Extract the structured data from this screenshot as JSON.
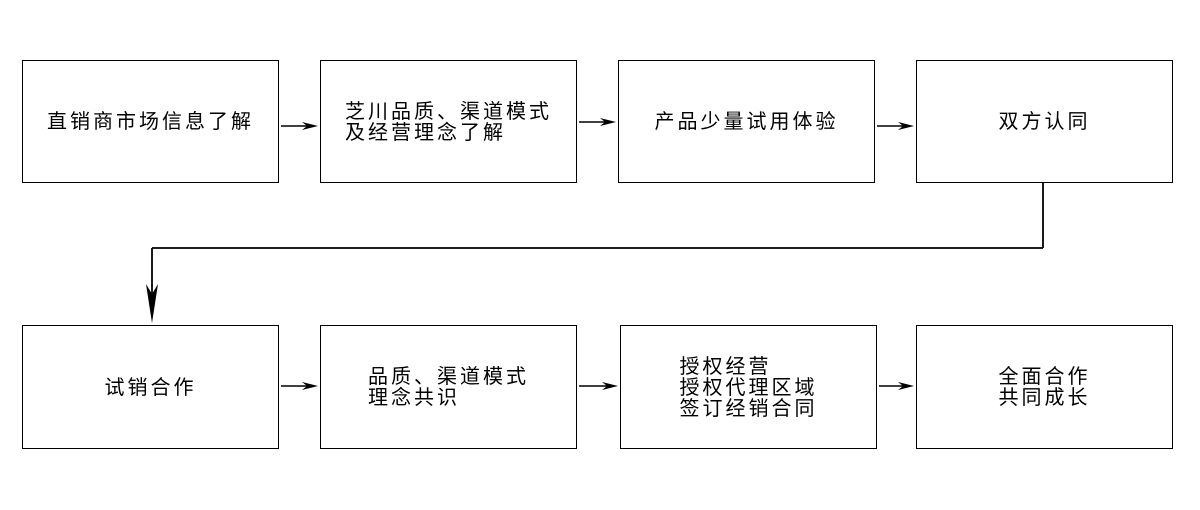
{
  "colors": {
    "stroke": "#000000",
    "background": "#ffffff",
    "text": "#000000"
  },
  "flow": {
    "row1": [
      {
        "name": "step-market-info",
        "lines": [
          "直销商市场信息了解"
        ]
      },
      {
        "name": "step-quality-model",
        "lines": [
          "芝川品质、渠道模式",
          "及经营理念了解"
        ]
      },
      {
        "name": "step-trial-use",
        "lines": [
          "产品少量试用体验"
        ]
      },
      {
        "name": "step-mutual-agree",
        "lines": [
          "双方认同"
        ]
      }
    ],
    "row2": [
      {
        "name": "step-trial-sale",
        "lines": [
          "试销合作"
        ]
      },
      {
        "name": "step-consensus",
        "lines": [
          "品质、渠道模式",
          "理念共识"
        ]
      },
      {
        "name": "step-authorize",
        "lines": [
          "授权经营",
          "授权代理区域",
          "签订经销合同"
        ]
      },
      {
        "name": "step-full-coop",
        "lines": [
          "全面合作",
          "共同成长"
        ]
      }
    ]
  }
}
